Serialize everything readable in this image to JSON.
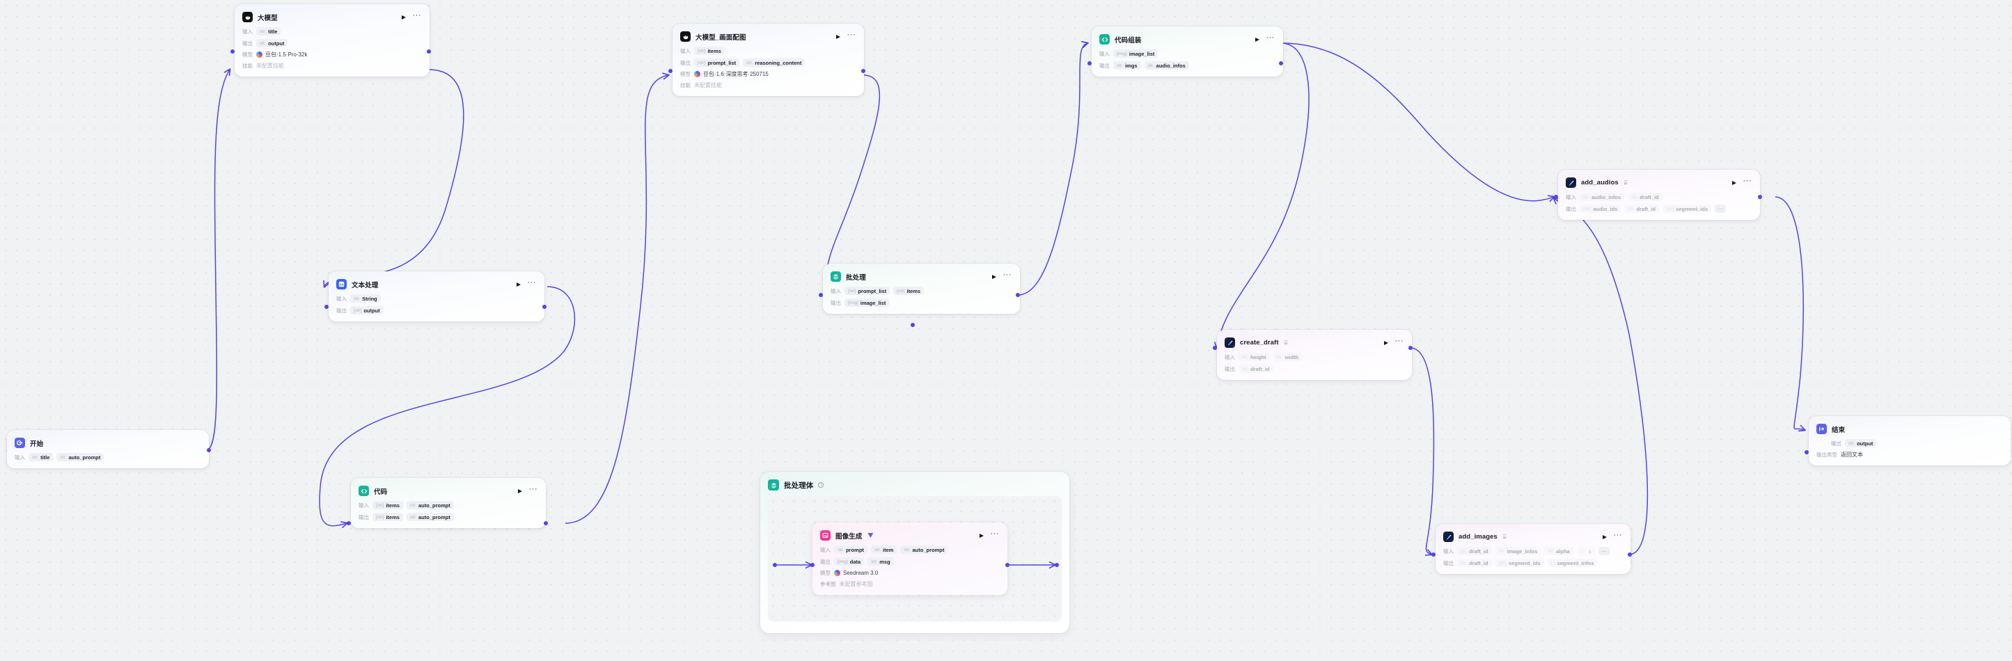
{
  "app": {
    "canvas_label": "workflow-canvas",
    "accent_color": "#4f46e5",
    "edge_color": "#4f46e5",
    "background_color": "#f1f2f4"
  },
  "labels": {
    "input": "输入",
    "output": "输出",
    "model": "模型",
    "skill": "技能",
    "output_type": "输出类型",
    "reference_image": "参考图"
  },
  "nodes": [
    {
      "id": "start",
      "title": "开始",
      "icon": "start-icon",
      "rows": [
        {
          "label": "输入",
          "chips": [
            {
              "type": "str.",
              "name": "title"
            },
            {
              "type": "str.",
              "name": "auto_prompt"
            }
          ]
        }
      ]
    },
    {
      "id": "llm-1",
      "title": "大模型",
      "icon": "llm-icon",
      "rows": [
        {
          "label": "输入",
          "chips": [
            {
              "type": "str.",
              "name": "title"
            }
          ]
        },
        {
          "label": "输出",
          "chips": [
            {
              "type": "str.",
              "name": "output"
            }
          ]
        }
      ],
      "model_label": "模型",
      "model_value": "豆包·1.5·Pro·32k",
      "skill_label": "技能",
      "skill_value": "未配置技能"
    },
    {
      "id": "text-process",
      "title": "文本处理",
      "icon": "string-icon",
      "rows": [
        {
          "label": "输入",
          "chips": [
            {
              "type": "str.",
              "name": "String"
            }
          ]
        },
        {
          "label": "输出",
          "chips": [
            {
              "type": "[str]",
              "name": "output"
            }
          ]
        }
      ]
    },
    {
      "id": "code-1",
      "title": "代码",
      "icon": "code-icon",
      "rows": [
        {
          "label": "输入",
          "chips": [
            {
              "type": "[str]",
              "name": "items"
            },
            {
              "type": "str.",
              "name": "auto_prompt"
            }
          ]
        },
        {
          "label": "输出",
          "chips": [
            {
              "type": "[str]",
              "name": "items"
            },
            {
              "type": "str.",
              "name": "auto_prompt"
            }
          ]
        }
      ]
    },
    {
      "id": "llm-2",
      "title": "大模型_画面配图",
      "icon": "llm-icon",
      "rows": [
        {
          "label": "输入",
          "chips": [
            {
              "type": "[str]",
              "name": "items"
            }
          ]
        },
        {
          "label": "输出",
          "chips": [
            {
              "type": "[str]",
              "name": "prompt_list"
            },
            {
              "type": "str.",
              "name": "reasoning_content"
            }
          ]
        }
      ],
      "model_label": "模型",
      "model_value": "豆包·1.6·深度思考·250715",
      "skill_label": "技能",
      "skill_value": "未配置技能"
    },
    {
      "id": "batch",
      "title": "批处理",
      "icon": "batch-icon",
      "rows": [
        {
          "label": "输入",
          "chips": [
            {
              "type": "[str]",
              "name": "prompt_list"
            },
            {
              "type": "[str]",
              "name": "items"
            }
          ]
        },
        {
          "label": "输出",
          "chips": [
            {
              "type": "[img]",
              "name": "image_list"
            }
          ]
        }
      ]
    },
    {
      "id": "code-assemble",
      "title": "代码组装",
      "icon": "code-icon",
      "rows": [
        {
          "label": "输入",
          "chips": [
            {
              "type": "[img]",
              "name": "image_list"
            }
          ]
        },
        {
          "label": "输出",
          "chips": [
            {
              "type": "str.",
              "name": "imgs"
            },
            {
              "type": "str.",
              "name": "audio_infos"
            }
          ]
        }
      ]
    },
    {
      "id": "create-draft",
      "title": "create_draft",
      "icon": "plugin-icon",
      "has_badge": true,
      "rows": [
        {
          "label": "输入",
          "chips": [
            {
              "type": "int.",
              "name": "height"
            },
            {
              "type": "int.",
              "name": "width"
            }
          ]
        },
        {
          "label": "输出",
          "chips": [
            {
              "type": "str.",
              "name": "draft_id"
            }
          ]
        }
      ]
    },
    {
      "id": "add-audios",
      "title": "add_audios",
      "icon": "plugin-icon",
      "has_badge": true,
      "rows": [
        {
          "label": "输入",
          "chips": [
            {
              "type": "str.",
              "name": "audio_infos"
            },
            {
              "type": "str.",
              "name": "draft_id"
            }
          ]
        },
        {
          "label": "输出",
          "chips": [
            {
              "type": "[str]",
              "name": "audio_ids"
            },
            {
              "type": "str.",
              "name": "draft_id"
            },
            {
              "type": "[str]",
              "name": "segment_ids"
            },
            {
              "type": "",
              "name": "⋯"
            }
          ]
        }
      ]
    },
    {
      "id": "add-images",
      "title": "add_images",
      "icon": "plugin-icon",
      "has_badge": true,
      "rows": [
        {
          "label": "输入",
          "chips": [
            {
              "type": "str.",
              "name": "draft_id"
            },
            {
              "type": "str.",
              "name": "image_infos"
            },
            {
              "type": "N0",
              "name": "alpha"
            },
            {
              "type": "N0",
              "name": "s"
            },
            {
              "type": "",
              "name": "⋯"
            }
          ]
        },
        {
          "label": "输出",
          "chips": [
            {
              "type": "str.",
              "name": "draft_id"
            },
            {
              "type": "[str]",
              "name": "segment_ids"
            },
            {
              "type": "[ ]",
              "name": "segment_infos"
            }
          ]
        }
      ]
    },
    {
      "id": "end",
      "title": "结束",
      "icon": "end-icon",
      "rows": [
        {
          "label": "输出",
          "chips": [
            {
              "type": "str.",
              "name": "output"
            }
          ]
        }
      ],
      "output_type_label": "输出类型",
      "output_type_value": "返回文本"
    }
  ],
  "group": {
    "id": "batch-body",
    "title": "批处理体",
    "icon": "batch-icon",
    "info_icon": "info-icon",
    "child": {
      "id": "image-gen",
      "title": "图像生成",
      "icon": "image-gen-icon",
      "rows": [
        {
          "label": "输入",
          "chips": [
            {
              "type": "str.",
              "name": "prompt"
            },
            {
              "type": "str.",
              "name": "item"
            },
            {
              "type": "str.",
              "name": "auto_prompt"
            }
          ]
        },
        {
          "label": "输出",
          "chips": [
            {
              "type": "[img]",
              "name": "data"
            },
            {
              "type": "str.",
              "name": "msg"
            }
          ]
        }
      ],
      "model_label": "模型",
      "model_value": "Seedream 3.0",
      "ref_label": "参考图",
      "ref_value": "未配置参考图"
    }
  }
}
